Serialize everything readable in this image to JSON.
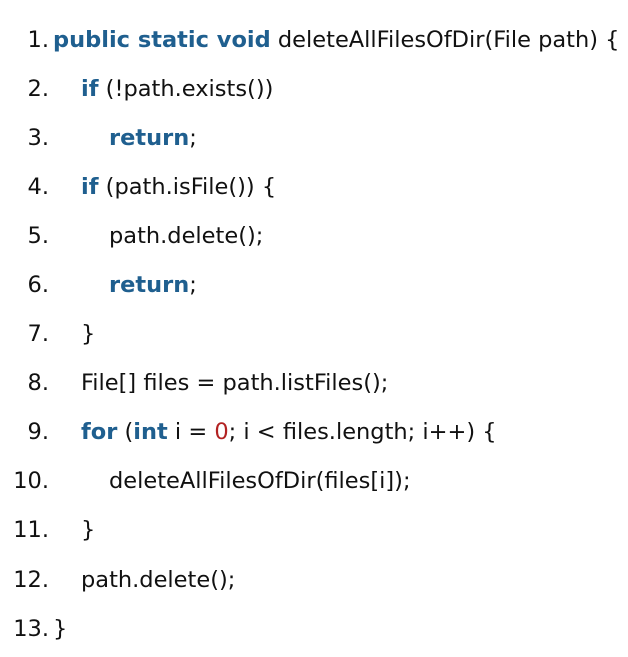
{
  "colors": {
    "keyword": "#1f5f8f",
    "number": "#b22222",
    "text": "#111111",
    "background": "#ffffff"
  },
  "code": {
    "lines": [
      {
        "number": "1.",
        "indent": 0,
        "tokens": [
          {
            "t": "public static void",
            "k": "keyword"
          },
          {
            "t": " deleteAllFilesOfDir(File path) {",
            "k": "plain"
          }
        ]
      },
      {
        "number": "2.",
        "indent": 1,
        "tokens": [
          {
            "t": "if",
            "k": "keyword"
          },
          {
            "t": " (!path.exists())",
            "k": "plain"
          }
        ]
      },
      {
        "number": "3.",
        "indent": 2,
        "tokens": [
          {
            "t": "return",
            "k": "keyword"
          },
          {
            "t": ";",
            "k": "plain"
          }
        ]
      },
      {
        "number": "4.",
        "indent": 1,
        "tokens": [
          {
            "t": "if",
            "k": "keyword"
          },
          {
            "t": " (path.isFile()) {",
            "k": "plain"
          }
        ]
      },
      {
        "number": "5.",
        "indent": 2,
        "tokens": [
          {
            "t": "path.delete();",
            "k": "plain"
          }
        ]
      },
      {
        "number": "6.",
        "indent": 2,
        "tokens": [
          {
            "t": "return",
            "k": "keyword"
          },
          {
            "t": ";",
            "k": "plain"
          }
        ]
      },
      {
        "number": "7.",
        "indent": 1,
        "tokens": [
          {
            "t": "}",
            "k": "plain"
          }
        ]
      },
      {
        "number": "8.",
        "indent": 1,
        "tokens": [
          {
            "t": "File[] files = path.listFiles();",
            "k": "plain"
          }
        ]
      },
      {
        "number": "9.",
        "indent": 1,
        "tokens": [
          {
            "t": "for",
            "k": "keyword"
          },
          {
            "t": " (",
            "k": "plain"
          },
          {
            "t": "int",
            "k": "keyword"
          },
          {
            "t": " i = ",
            "k": "plain"
          },
          {
            "t": "0",
            "k": "number"
          },
          {
            "t": "; i < files.length; i++) {",
            "k": "plain"
          }
        ]
      },
      {
        "number": "10.",
        "indent": 2,
        "tokens": [
          {
            "t": "deleteAllFilesOfDir(files[i]);",
            "k": "plain"
          }
        ]
      },
      {
        "number": "11.",
        "indent": 1,
        "tokens": [
          {
            "t": "}",
            "k": "plain"
          }
        ]
      },
      {
        "number": "12.",
        "indent": 1,
        "tokens": [
          {
            "t": "path.delete();",
            "k": "plain"
          }
        ]
      },
      {
        "number": "13.",
        "indent": 0,
        "tokens": [
          {
            "t": "}",
            "k": "plain"
          }
        ]
      }
    ]
  }
}
